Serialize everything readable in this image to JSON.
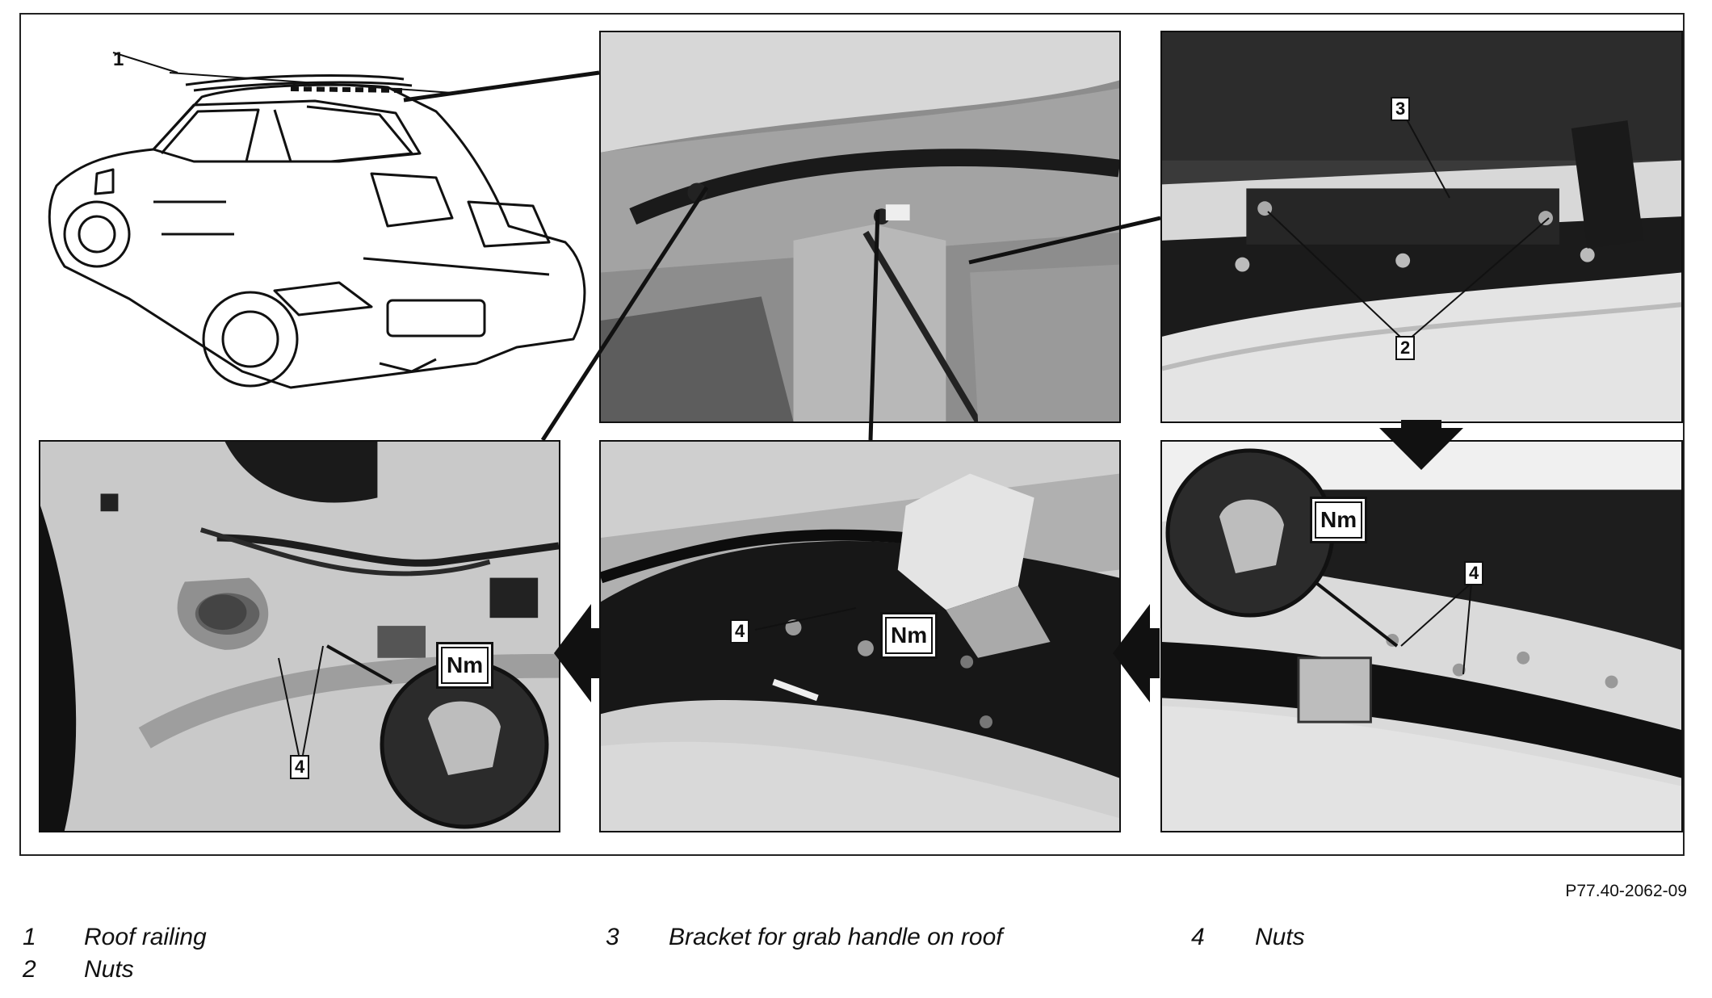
{
  "figure_id": "P77.40-2062-09",
  "callouts": {
    "car_roof_railing": "1",
    "bracket": "3",
    "nuts_top": "2",
    "nuts_mid_right": "4",
    "nuts_mid_center": "4",
    "nuts_bottom_left": "4"
  },
  "torque_symbol": "Nm",
  "legend": [
    {
      "num": "1",
      "text": "Roof railing"
    },
    {
      "num": "2",
      "text": "Nuts"
    },
    {
      "num": "3",
      "text": "Bracket for grab handle on roof"
    },
    {
      "num": "4",
      "text": "Nuts"
    }
  ]
}
